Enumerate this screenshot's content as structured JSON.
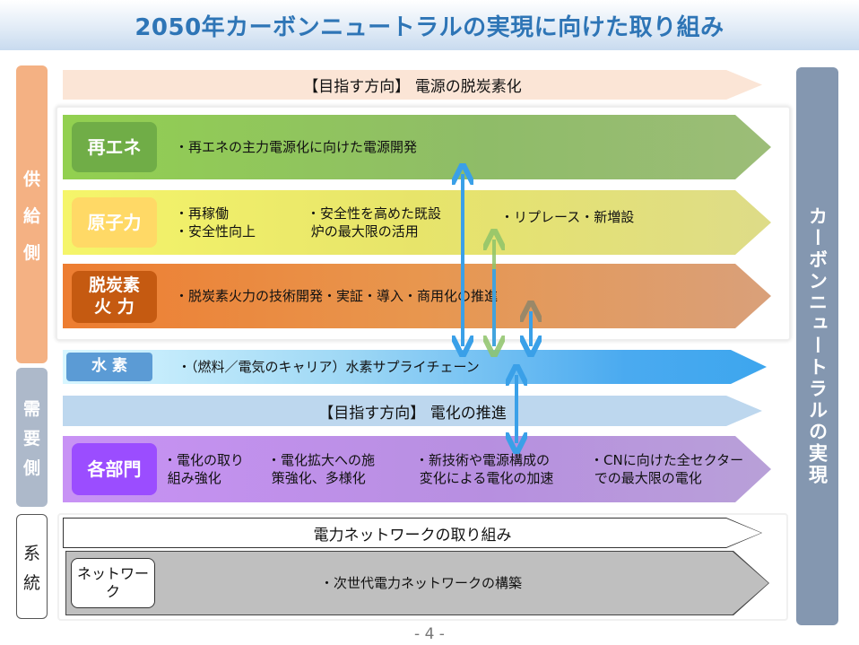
{
  "title": "2050年カーボンニュートラルの実現に向けた取り組み",
  "side_labels": {
    "supply": [
      "供",
      "給",
      "側"
    ],
    "demand": [
      "需",
      "要",
      "側"
    ],
    "grid": [
      "系",
      "統"
    ]
  },
  "right_label": "カーボンニュートラルの実現",
  "direction_supply": "【目指す方向】 電源の脱炭素化",
  "rows": {
    "renewable": {
      "label": "再エネ",
      "items": [
        "・再エネの主力電源化に向けた電源開発"
      ]
    },
    "nuclear": {
      "label": "原子力",
      "items": [
        "・再稼働\n・安全性向上",
        "・安全性を高めた既設\n 炉の最大限の活用",
        "・リプレース・新増設"
      ]
    },
    "thermal": {
      "label": "脱炭素\n火 力",
      "items": [
        "・脱炭素火力の技術開発・実証・導入・商用化の推進"
      ]
    },
    "hydrogen": {
      "label": "水 素",
      "items": [
        "・（燃料／電気のキャリア）水素サプライチェーン"
      ]
    },
    "departments": {
      "label": "各部門",
      "items": [
        "・電化の取り\n 組み強化",
        "・電化拡大への施\n 策強化、多様化",
        "・新技術や電源構成の\n 変化による電化の加速",
        "・CNに向けた全セクター\n での最大限の電化"
      ]
    },
    "network": {
      "label": "ネットワーク",
      "items": [
        "・次世代電力ネットワークの構築"
      ]
    }
  },
  "direction_demand": "【目指す方向】 電化の推進",
  "network_heading": "電力ネットワークの取り組み",
  "page_number": "- 4 -"
}
